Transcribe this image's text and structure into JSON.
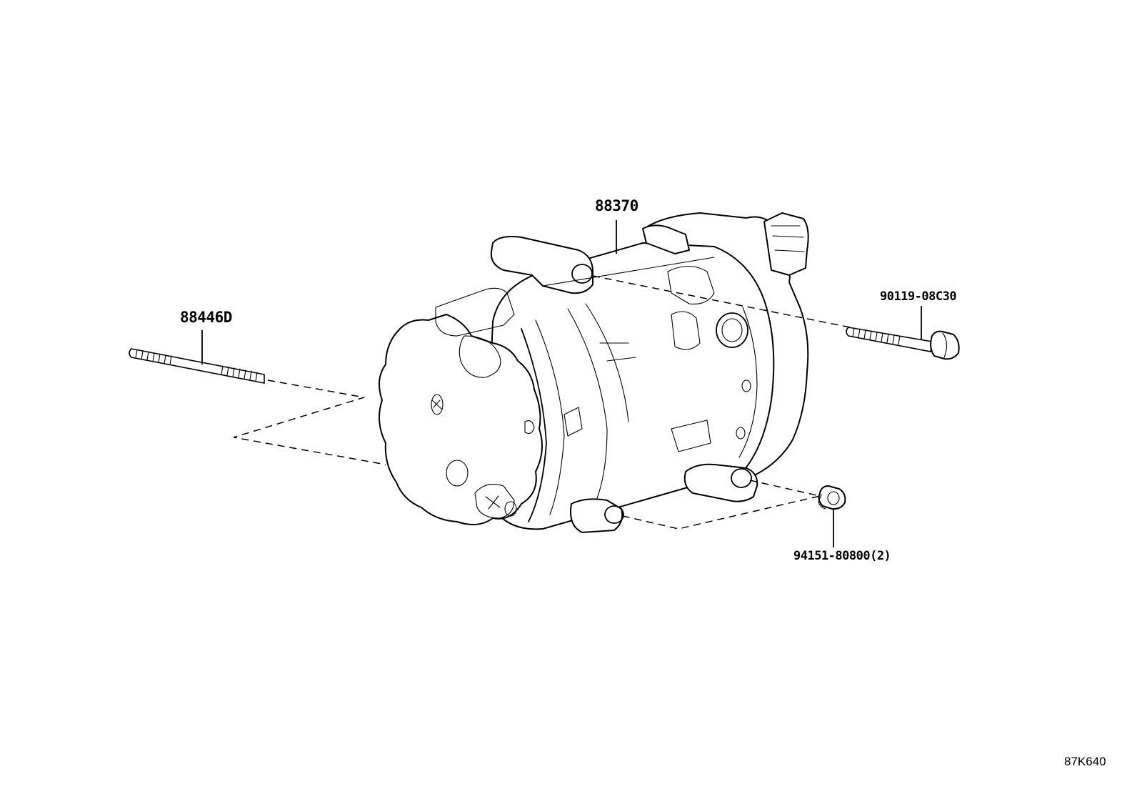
{
  "diagram": {
    "figure_code": "87K640",
    "parts": [
      {
        "id": "compressor",
        "number": "88370"
      },
      {
        "id": "stud-bolt",
        "number": "88446D"
      },
      {
        "id": "flange-bolt",
        "number": "90119-08C30"
      },
      {
        "id": "nut",
        "number": "94151-80800(2)"
      }
    ]
  }
}
